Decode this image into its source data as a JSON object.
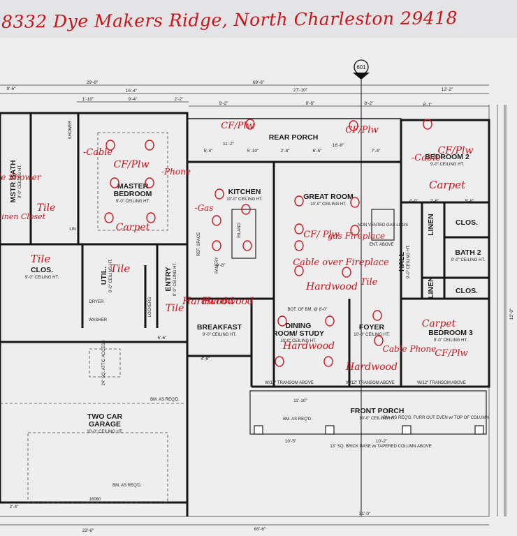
{
  "title": "8332 Dye Makers Ridge, North Charleston 29418",
  "callout": "601",
  "rooms": [
    {
      "name": "MSTR BATH",
      "sub": "9'-0\" CEILING HT."
    },
    {
      "name": "MASTER BEDROOM",
      "sub": "9'-0\" CEILING HT."
    },
    {
      "name": "REAR PORCH",
      "sub": ""
    },
    {
      "name": "KITCHEN",
      "sub": "10'-0\" CEILING HT."
    },
    {
      "name": "GREAT ROOM",
      "sub": "10'-0\" CEILING HT."
    },
    {
      "name": "BEDROOM 2",
      "sub": "9'-0\" CEILING HT."
    },
    {
      "name": "CLOS.",
      "sub": "9'-0\" CEILING HT."
    },
    {
      "name": "UTIL.",
      "sub": "9'-0\" CEILING HT."
    },
    {
      "name": "ENTRY",
      "sub": "9'-0\" CEILING HT."
    },
    {
      "name": "BREAKFAST",
      "sub": "9'-0\" CEILING HT."
    },
    {
      "name": "DINING ROOM/ STUDY",
      "sub": "10'-0\" CEILING HT."
    },
    {
      "name": "FOYER",
      "sub": "10'-0\" CEILING HT."
    },
    {
      "name": "HALL",
      "sub": "9'-0\" CEILING HT."
    },
    {
      "name": "BATH 2",
      "sub": "9'-0\" CEILING HT."
    },
    {
      "name": "BEDROOM 3",
      "sub": "9'-0\" CEILING HT."
    },
    {
      "name": "TWO CAR GARAGE",
      "sub": "10'-0\" CEILING HT."
    },
    {
      "name": "FRONT PORCH",
      "sub": "10'-0\" CEILING HT."
    },
    {
      "name": "LINEN",
      "sub": ""
    },
    {
      "name": "CLOS.",
      "sub": ""
    },
    {
      "name": "LINEN",
      "sub": ""
    },
    {
      "name": "CLOS.",
      "sub": ""
    }
  ],
  "small_labels": [
    "SHOWER",
    "LIN",
    "PANTRY",
    "REF. SPACE",
    "ISLAND",
    "DRYER",
    "WASHER",
    "LOCKERS",
    "NON VENTED GAS LOGS",
    "ENT. ABOVE",
    "BM. AS REQ'D.",
    "BM. AS REQ'D.",
    "BM. AS REQ'D.",
    "BOT. OF BM. @ 8'-0\"",
    "24\" SQ. ATTIC ACCESS",
    "16060",
    "W/12\" TRANSOM ABOVE",
    "W/12\" TRANSOM ABOVE",
    "W/12\" TRANSOM ABOVE",
    "13\" SQ. BRICK BASE w/ TAPERED COLUMN ABOVE",
    "BM. AS REQ'D. FURR OUT EVEN w/ TOP OF COLUMN"
  ],
  "dimensions": [
    "9'-6\"",
    "29'-6\"",
    "69'-6\"",
    "27'-10\"",
    "12'-2\"",
    "15'-4\"",
    "1'-10\"",
    "9'-4\"",
    "2'-2\"",
    "9'-2\"",
    "9'-6\"",
    "8'-2\"",
    "8'-1\"",
    "11'-2\"",
    "16'-8\"",
    "5'-4\"",
    "5'-10\"",
    "2'-8\"",
    "6'-5\"",
    "7'-4\"",
    "4'-0\"",
    "2'-6\"",
    "5'-8\"",
    "4'-6\"",
    "5'-6\"",
    "9'-8\"",
    "23'-6\"",
    "60'-6\"",
    "31'-0\"",
    "10'-5\"",
    "10'-2\"",
    "11'-10\"",
    "2'-4\"",
    "12'-0\""
  ],
  "annotations": [
    {
      "text": "-Cable"
    },
    {
      "text": "CF/Plw"
    },
    {
      "text": "-Phone"
    },
    {
      "text": "Carpet"
    },
    {
      "text": "CF/Plw"
    },
    {
      "text": "CF/Plw"
    },
    {
      "text": "-Cable"
    },
    {
      "text": "CF/Plw"
    },
    {
      "text": "Carpet"
    },
    {
      "text": "Tile Shower"
    },
    {
      "text": "Tile"
    },
    {
      "text": "Linen Closet"
    },
    {
      "text": "Tile"
    },
    {
      "text": "Tile"
    },
    {
      "text": "Tile"
    },
    {
      "text": "-Gas"
    },
    {
      "text": "Hardwood"
    },
    {
      "text": "CF/ Plw"
    },
    {
      "text": "gas Fireplace"
    },
    {
      "text": "Cable over Fireplace"
    },
    {
      "text": "Hardwood"
    },
    {
      "text": "Tile"
    },
    {
      "text": "Hardwood"
    },
    {
      "text": "Hardwood"
    },
    {
      "text": "Carpet"
    },
    {
      "text": "Cable Phone"
    },
    {
      "text": "CF/Plw"
    },
    {
      "text": "Hardwood"
    }
  ],
  "colors": {
    "ink": "#1a1a1a",
    "markup": "#c8151b",
    "paper": "#eeeeef"
  }
}
